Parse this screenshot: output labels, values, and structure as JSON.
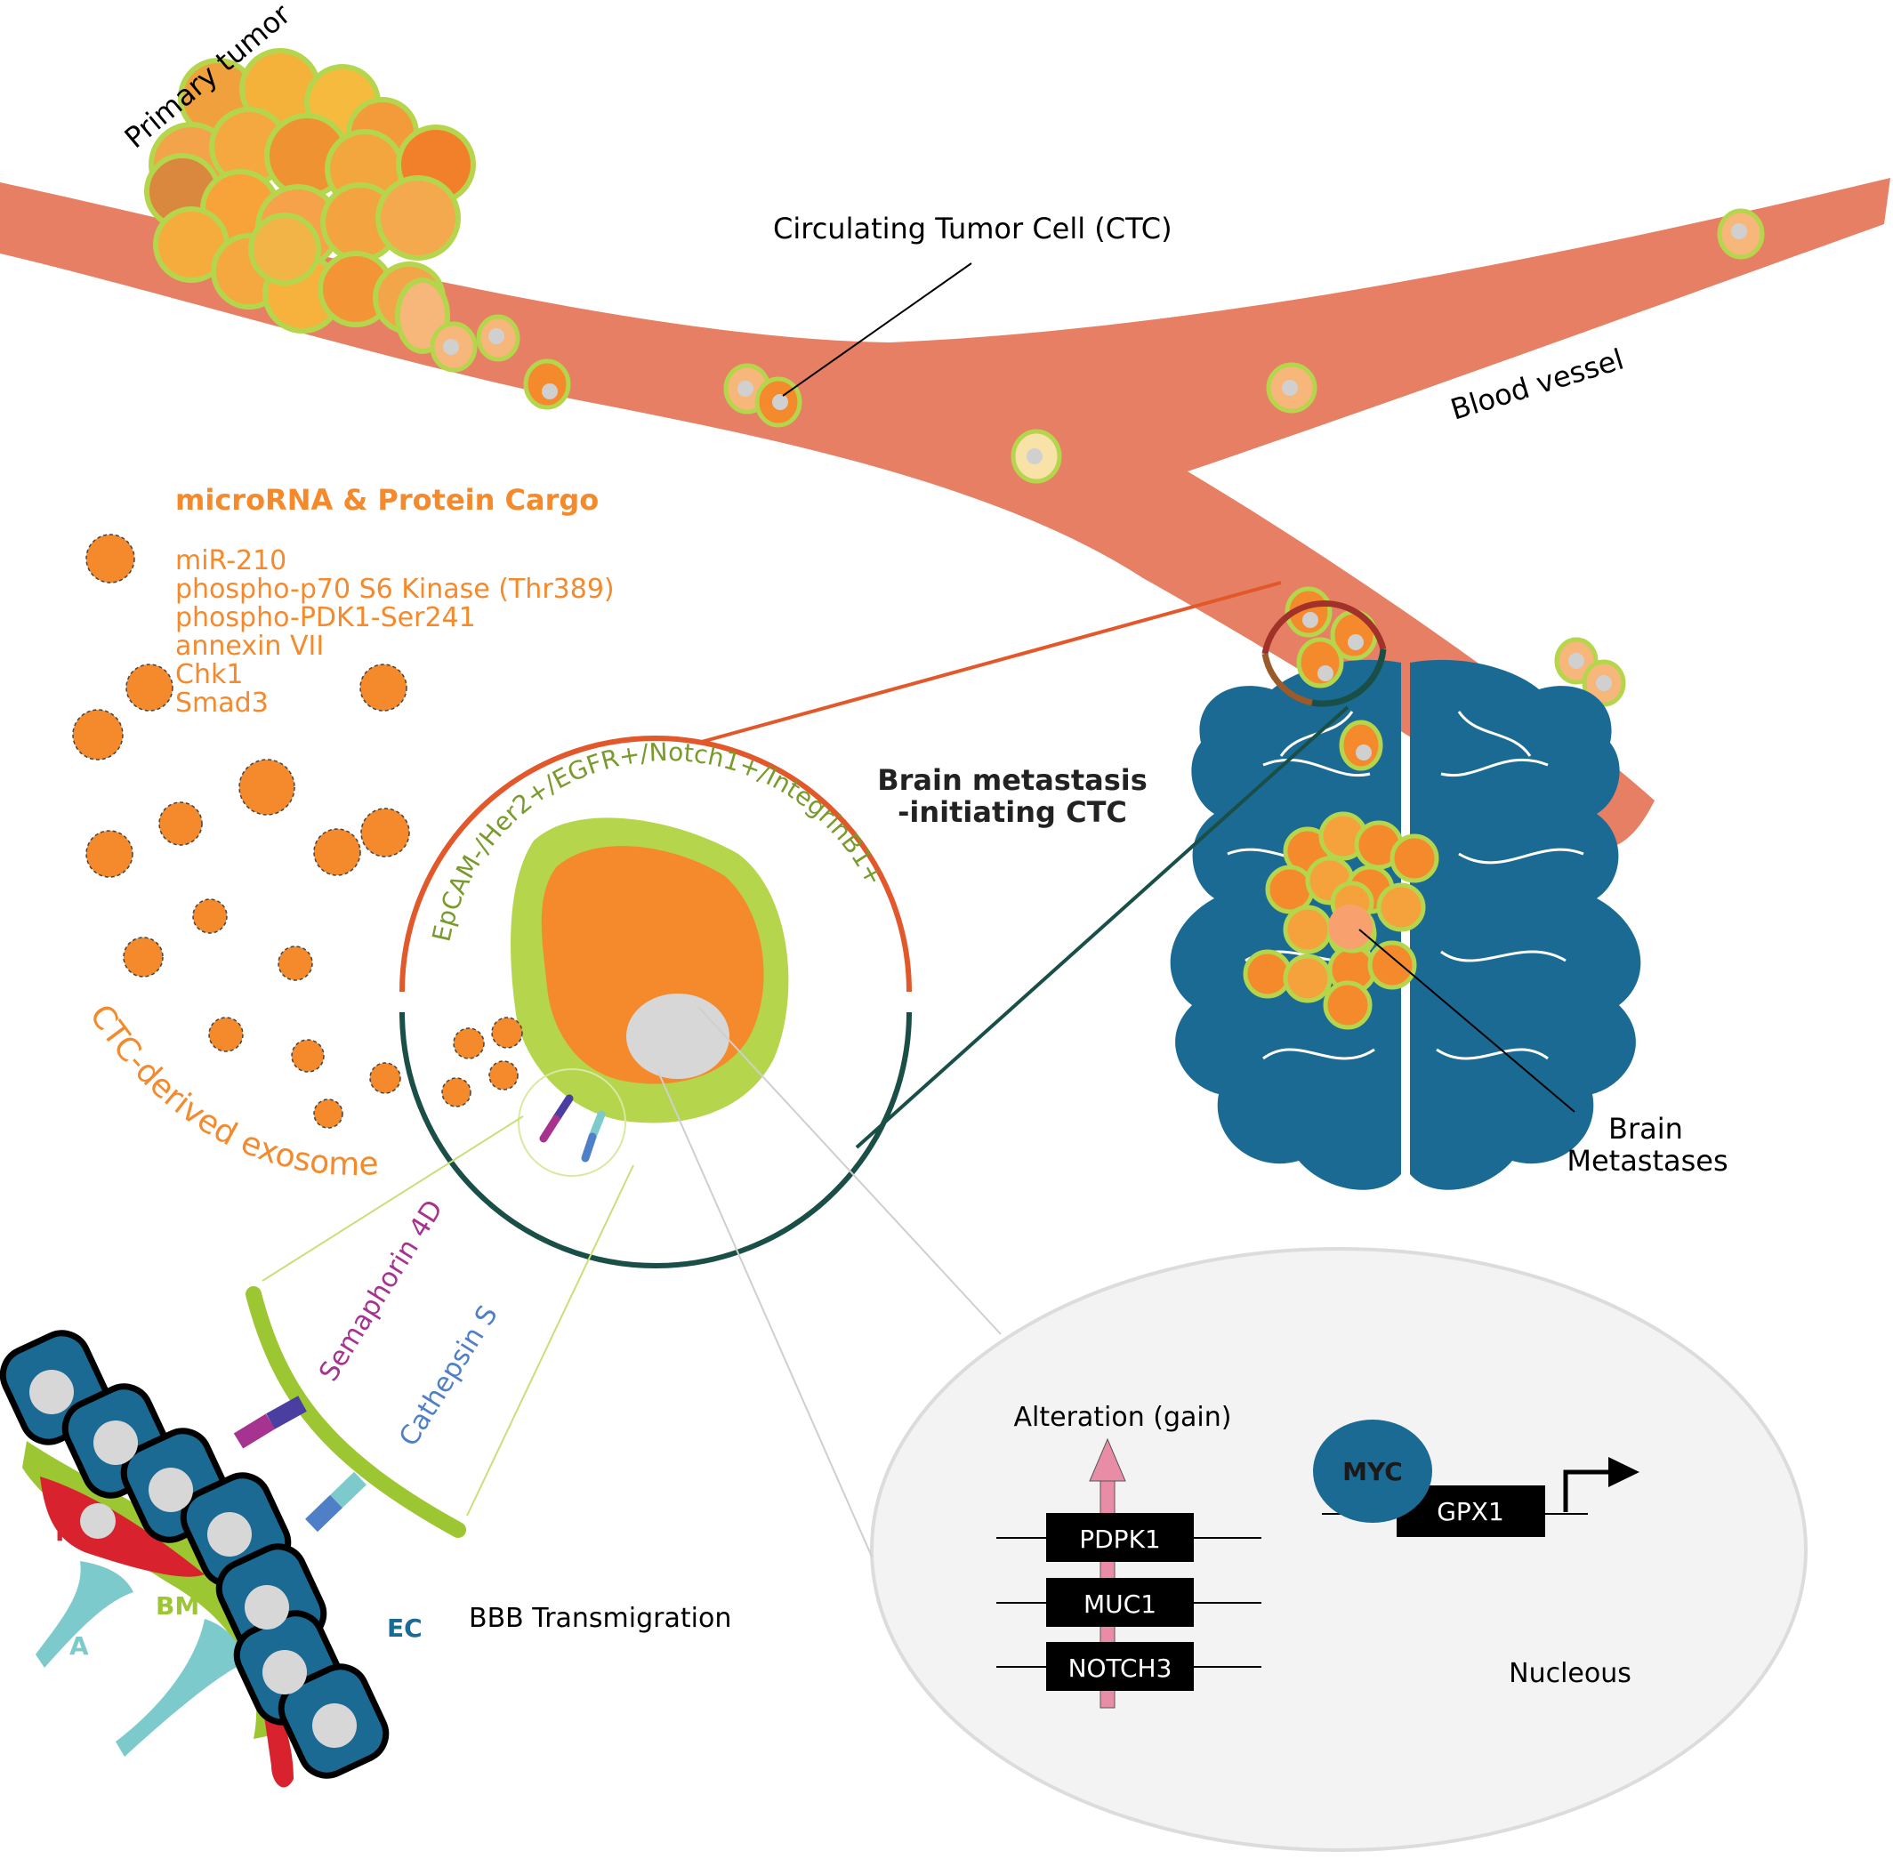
{
  "labels": {
    "primary_tumor": "Primary tumor",
    "ctc": "Circulating Tumor Cell (CTC)",
    "blood_vessel": "Blood vessel",
    "cargo_title": "microRNA & Protein Cargo",
    "cargo_items": [
      "miR-210",
      "phospho-p70 S6 Kinase (Thr389)",
      "phospho-PDK1-Ser241",
      "annexin VII",
      "Chk1",
      "Smad3"
    ],
    "exosomes": "CTC-derived exosomes",
    "bmic_line1": "Brain metastasis",
    "bmic_line2": "-initiating CTC",
    "markers": "EpCAM-/Her2+/EGFR+/Notch1+/IntegrinB1+",
    "brain_met_line1": "Brain",
    "brain_met_line2": "Metastases",
    "semaphorin": "Semaphorin 4D",
    "cathepsin": "Cathepsin S",
    "bbb": "BBB Transmigration",
    "p": "P",
    "bm": "BM",
    "a": "A",
    "ec": "EC",
    "alteration": "Alteration (gain)",
    "genes": [
      "PDPK1",
      "MUC1",
      "NOTCH3"
    ],
    "myc": "MYC",
    "gpx1": "GPX1",
    "nucleus": "Nucleous"
  },
  "colors": {
    "vessel": "#e67f63",
    "tumor_outline": "#b5d64c",
    "orange": "#f48a2c",
    "brain": "#1a6a93",
    "dark_red": "#a2312a",
    "dark_green": "#194f46",
    "marker_text": "#7a9a2c",
    "semaphorin": "#a6338f",
    "cathepsin": "#4f7fc6",
    "pericyte": "#d8232f",
    "astrocyte": "#7ccacb",
    "endothelial": "#1a6a93",
    "nucleus_bg": "#f3f3f3"
  }
}
